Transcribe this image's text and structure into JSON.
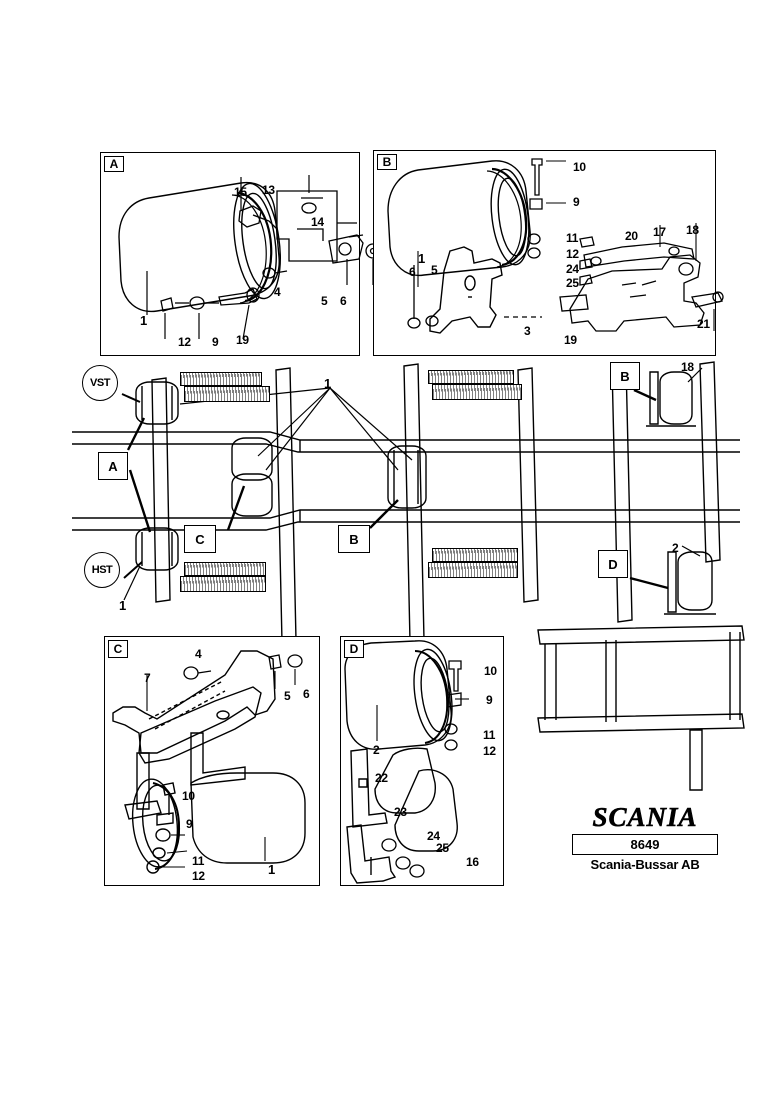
{
  "document": {
    "type": "parts-diagram",
    "manufacturer": "SCANIA",
    "brand_text": "SCANIA",
    "plate_number": "8649",
    "company": "Scania-Bussar AB"
  },
  "panels": [
    {
      "id": "A",
      "letter": "A",
      "title": "A",
      "part_numbers": [
        "15",
        "13",
        "14",
        "1",
        "12",
        "9",
        "19",
        "4",
        "5",
        "6"
      ]
    },
    {
      "id": "B",
      "letter": "B",
      "title": "B",
      "part_numbers": [
        "10",
        "9",
        "1",
        "6",
        "5",
        "11",
        "12",
        "24",
        "25",
        "20",
        "17",
        "18",
        "21",
        "3",
        "19"
      ]
    },
    {
      "id": "C",
      "letter": "C",
      "title": "C",
      "part_numbers": [
        "4",
        "7",
        "5",
        "6",
        "10",
        "9",
        "11",
        "12",
        "1"
      ]
    },
    {
      "id": "D",
      "letter": "D",
      "title": "D",
      "part_numbers": [
        "10",
        "9",
        "11",
        "12",
        "2",
        "22",
        "23",
        "24",
        "25",
        "16"
      ]
    }
  ],
  "chassis": {
    "callout_circles": [
      {
        "label": "VST"
      },
      {
        "label": "HST"
      }
    ],
    "callout_boxes": [
      "A",
      "C",
      "B",
      "B",
      "D"
    ],
    "item_labels": [
      "1",
      "1",
      "18",
      "2"
    ]
  },
  "labels": {
    "panelA": {
      "n15": "15",
      "n13": "13",
      "n14": "14",
      "n1": "1",
      "n12": "12",
      "n9": "9",
      "n19": "19",
      "n4": "4",
      "n5": "5",
      "n6": "6"
    },
    "panelB": {
      "n10": "10",
      "n9": "9",
      "n1": "1",
      "n6": "6",
      "n5": "5",
      "n11": "11",
      "n12": "12",
      "n24": "24",
      "n25": "25",
      "n20": "20",
      "n17": "17",
      "n18": "18",
      "n21": "21",
      "n3": "3",
      "n19": "19"
    },
    "panelC": {
      "n4": "4",
      "n7": "7",
      "n5": "5",
      "n6": "6",
      "n10": "10",
      "n9": "9",
      "n11": "11",
      "n12": "12",
      "n1": "1"
    },
    "panelD": {
      "n10": "10",
      "n9": "9",
      "n11": "11",
      "n12": "12",
      "n2": "2",
      "n22": "22",
      "n23": "23",
      "n24": "24",
      "n25": "25",
      "n16": "16"
    },
    "chassis": {
      "vst": "VST",
      "hst": "HST",
      "boxA": "A",
      "boxB1": "B",
      "boxB2": "B",
      "boxC": "C",
      "boxD": "D",
      "n1_top": "1",
      "n1_bottom": "1",
      "n18": "18",
      "n2": "2"
    }
  },
  "colors": {
    "ink": "#000000",
    "paper": "#ffffff"
  }
}
